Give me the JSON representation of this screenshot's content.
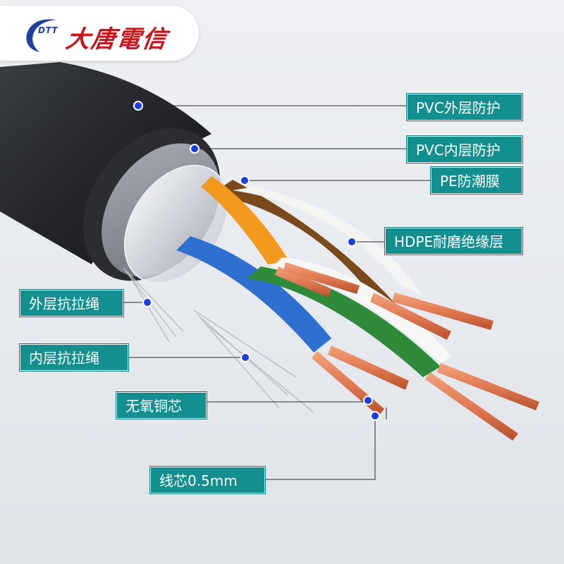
{
  "logo": {
    "abbr": "DTT",
    "name": "大唐電信",
    "colors": {
      "brand_red": "#c8141b",
      "brand_blue": "#1f3f9c"
    }
  },
  "callouts": {
    "pvc_outer": "PVC外层防护",
    "pvc_inner": "PVC内层防护",
    "pe_film": "PE防潮膜",
    "hdpe": "HDPE耐磨绝缘层",
    "outer_rope": "外层抗拉绳",
    "inner_rope": "内层抗拉绳",
    "copper_core": "无氧铜芯",
    "wire_core": "线芯0.5mm"
  },
  "colors": {
    "label_bg": "#148f8f",
    "dot": "#1a3fe0",
    "jacket": "#2a2c30",
    "copper": "#e07a52",
    "pair_orange": "#f39a1e",
    "pair_brown": "#7a4a1c",
    "pair_blue": "#2f6fd0",
    "pair_green": "#2f8a3a"
  }
}
